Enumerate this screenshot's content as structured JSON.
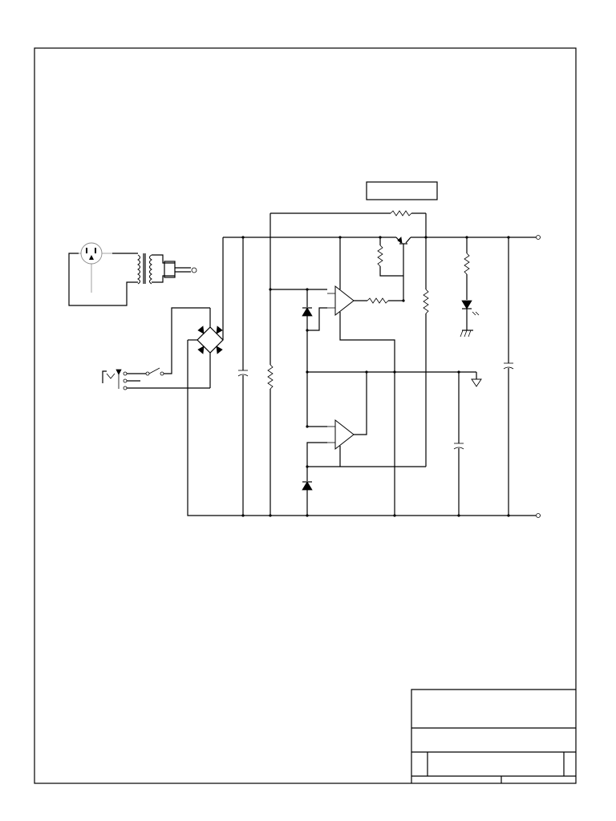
{
  "diagram": {
    "kind": "schematic",
    "components": [
      "ac-outlet",
      "transformer",
      "ac-plug",
      "dc-jack",
      "power-switch",
      "bridge-rectifier",
      "input-capacitor",
      "bleeder-resistor",
      "feedback-resistor",
      "pass-transistor",
      "base-resistor",
      "op-amp-error",
      "op-amp-ground",
      "zener-reference",
      "zener-lower",
      "divider-resistor",
      "led-resistor",
      "led-indicator",
      "chassis-ground",
      "virtual-ground-symbol",
      "ground-capacitor",
      "output-capacitor",
      "output-positive",
      "output-negative",
      "label-box",
      "title-block"
    ]
  }
}
